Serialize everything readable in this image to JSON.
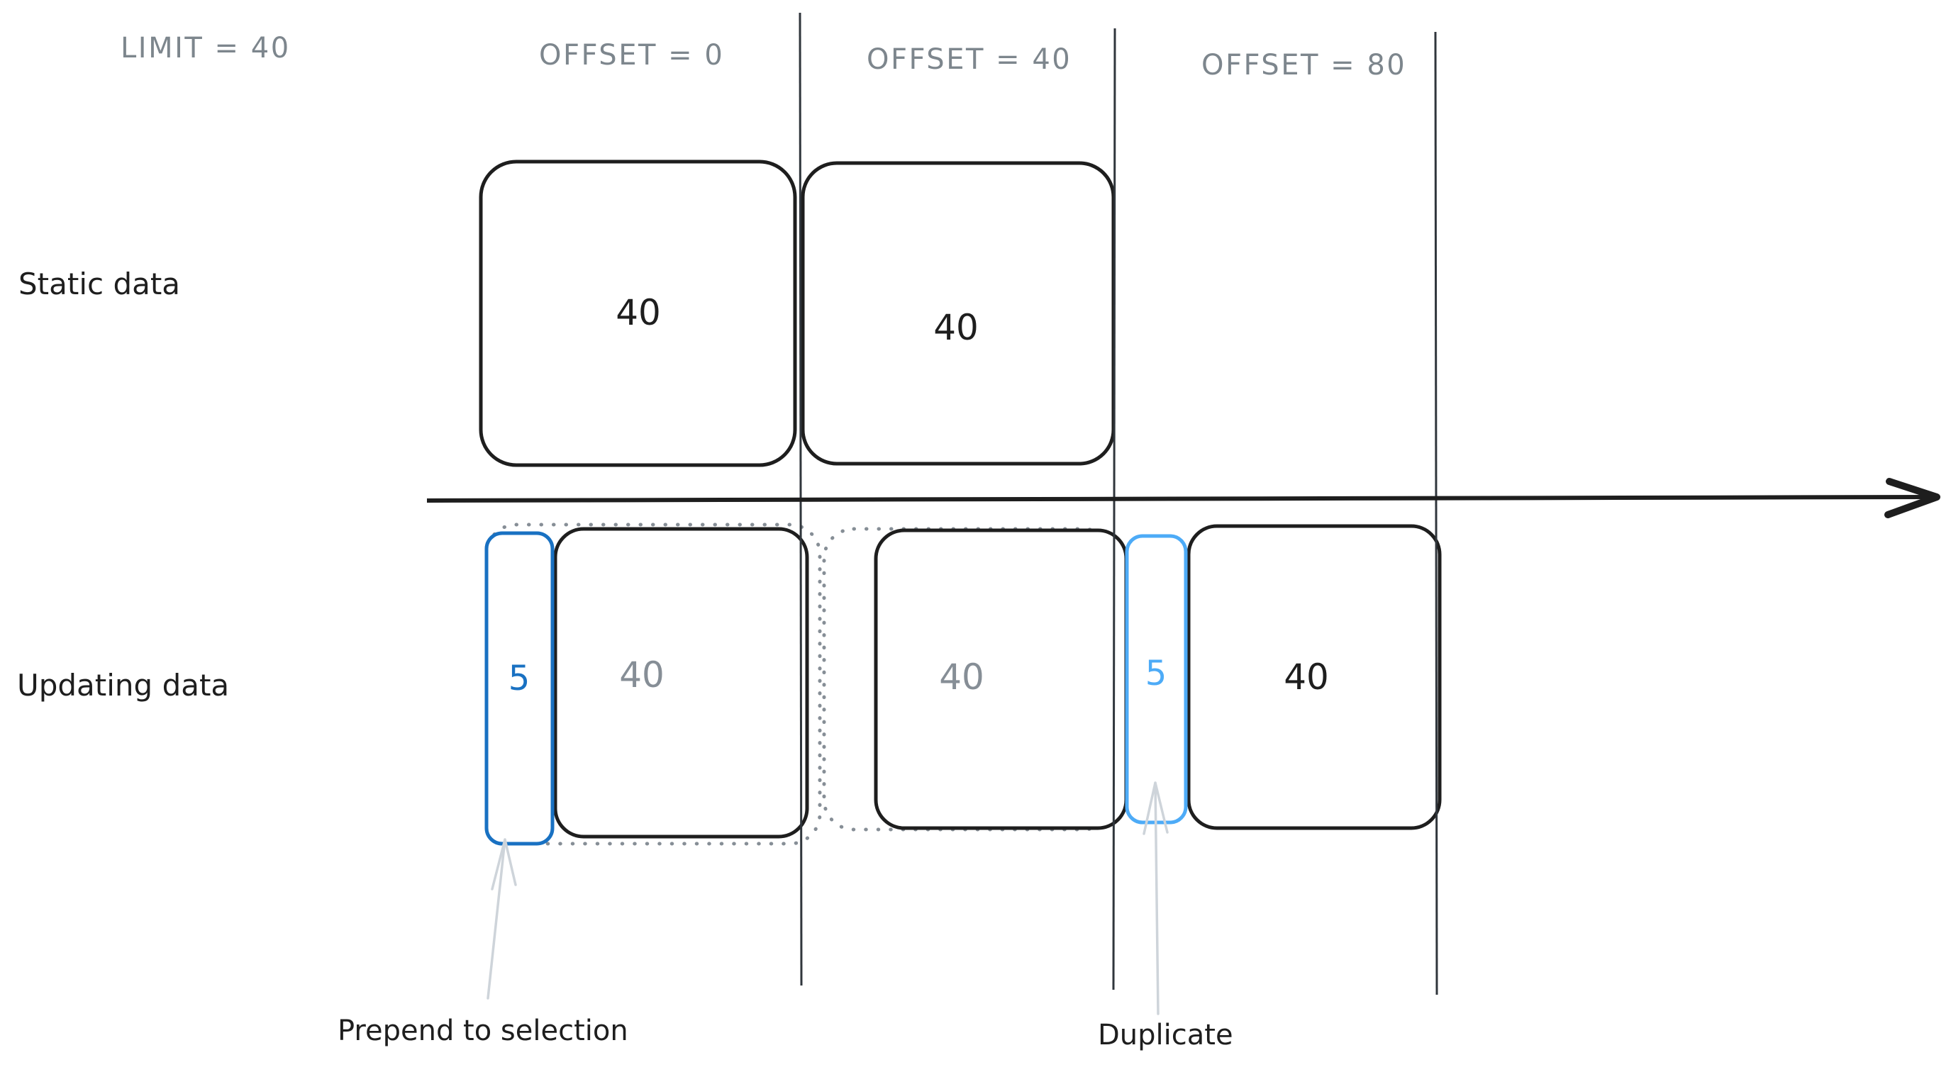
{
  "header": {
    "limit": "LIMIT = 40",
    "offset_0": "OFFSET = 0",
    "offset_40": "OFFSET = 40",
    "offset_80": "OFFSET = 80"
  },
  "rows": {
    "static_label": "Static data",
    "updating_label": "Updating data"
  },
  "values": {
    "static_offset0": "40",
    "static_offset40": "40",
    "prepended": "5",
    "updating_offset0": "40",
    "updating_offset40": "40",
    "duplicated": "5",
    "updating_offset80": "40"
  },
  "annotations": {
    "prepend": "Prepend to selection",
    "duplicate": "Duplicate"
  },
  "colors": {
    "ink": "#1e1e1e",
    "muted_gray": "#868e96",
    "header_gray": "#7d868d",
    "accent_blue": "#1971c2",
    "light_blue": "#4dabf7",
    "faint_arrow": "#ced4da",
    "separator": "#30363c",
    "canvas_bg": "#ffffff"
  }
}
